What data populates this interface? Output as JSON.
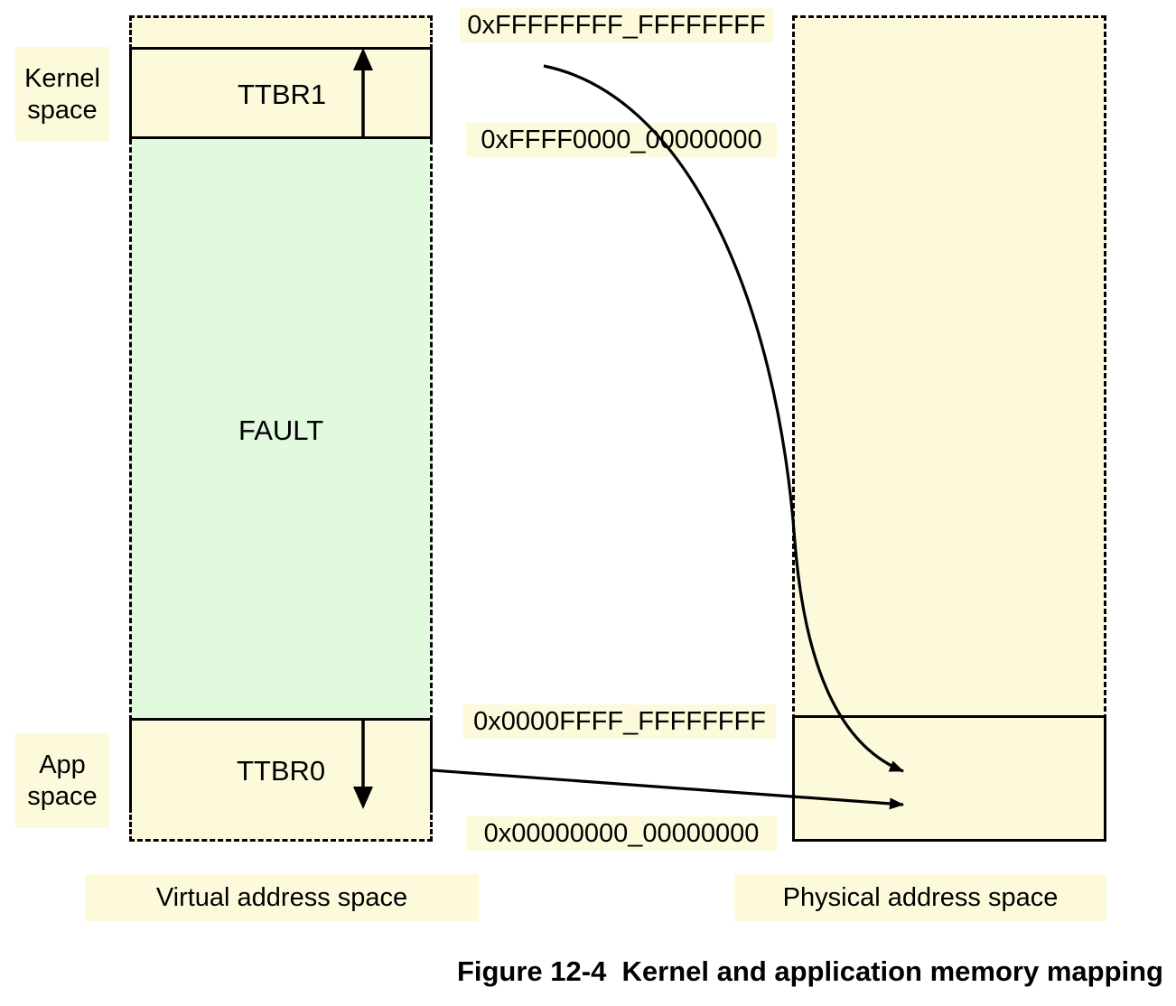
{
  "figure": {
    "caption": "Figure 12-4  Kernel and application memory mapping"
  },
  "side_labels": {
    "kernel_line1": "Kernel",
    "kernel_line2": "space",
    "app_line1": "App",
    "app_line2": "space"
  },
  "virtual_space": {
    "footer_label": "Virtual address space",
    "regions": [
      {
        "name": "ttbr1",
        "label": "TTBR1"
      },
      {
        "name": "fault",
        "label": "FAULT"
      },
      {
        "name": "ttbr0",
        "label": "TTBR0"
      }
    ]
  },
  "physical_space": {
    "footer_label": "Physical address space"
  },
  "addresses": [
    {
      "name": "top",
      "value": "0xFFFFFFFF_FFFFFFFF"
    },
    {
      "name": "kernel-base",
      "value": "0xFFFF0000_00000000"
    },
    {
      "name": "app-top",
      "value": "0x0000FFFF_FFFFFFFF"
    },
    {
      "name": "bottom",
      "value": "0x00000000_00000000"
    }
  ],
  "colors": {
    "region_fill_yellow": "#fdfadc",
    "region_fill_green": "#e1fade",
    "stroke": "#000000",
    "page_background": "#ffffff"
  }
}
